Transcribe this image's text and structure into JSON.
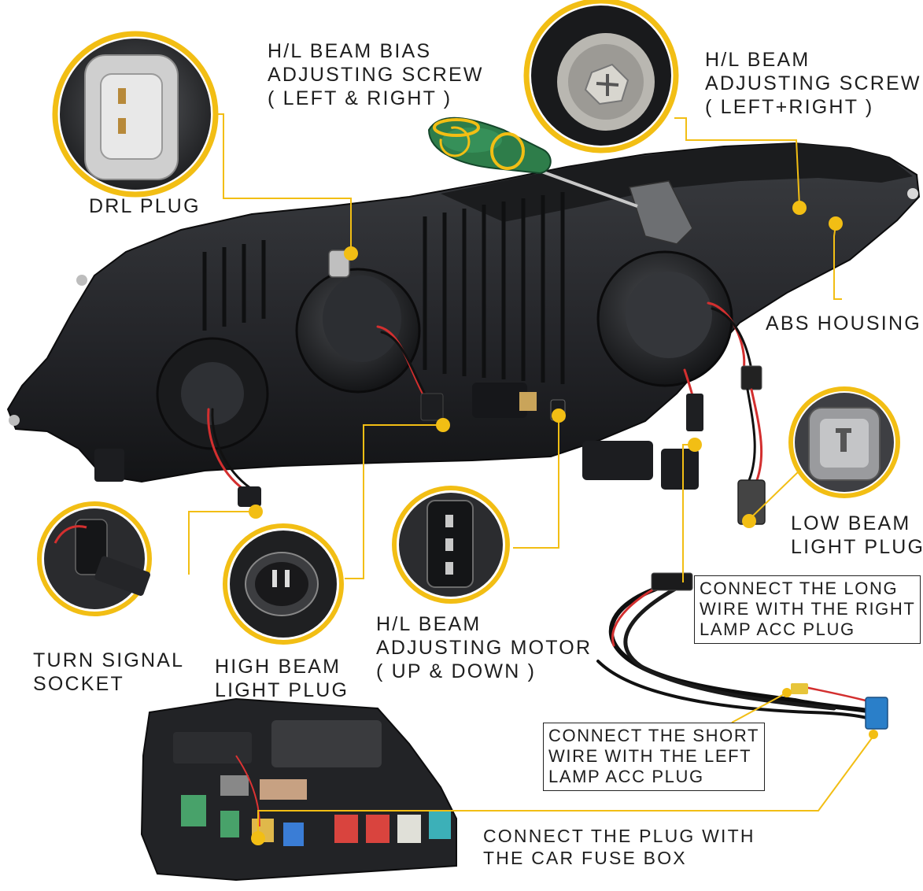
{
  "labels": {
    "drl_plug": "DRL PLUG",
    "bias_screw": [
      "H/L BEAM BIAS",
      "ADJUSTING SCREW",
      "( LEFT & RIGHT )"
    ],
    "beam_screw": [
      "H/L BEAM",
      "ADJUSTING SCREW",
      "( LEFT+RIGHT )"
    ],
    "abs_housing": "ABS HOUSING",
    "low_beam": [
      "LOW BEAM",
      "LIGHT PLUG"
    ],
    "turn_signal": [
      "TURN SIGNAL",
      "SOCKET"
    ],
    "high_beam": [
      "HIGH BEAM",
      "LIGHT PLUG"
    ],
    "motor": [
      "H/L BEAM",
      "ADJUSTING MOTOR",
      "( UP & DOWN )"
    ],
    "long_wire": [
      "CONNECT THE LONG",
      "WIRE WITH THE RIGHT",
      "LAMP ACC PLUG"
    ],
    "short_wire": [
      "CONNECT THE SHORT",
      "WIRE WITH THE LEFT",
      "LAMP ACC PLUG"
    ],
    "fuse_box": [
      "CONNECT THE PLUG WITH",
      "THE CAR FUSE BOX"
    ]
  },
  "colors": {
    "accent": "#f2be14",
    "housing": "#2a2c2f",
    "housing_dark": "#151618",
    "screwdriver": "#2e7d4a",
    "text": "#1e1e1e"
  }
}
